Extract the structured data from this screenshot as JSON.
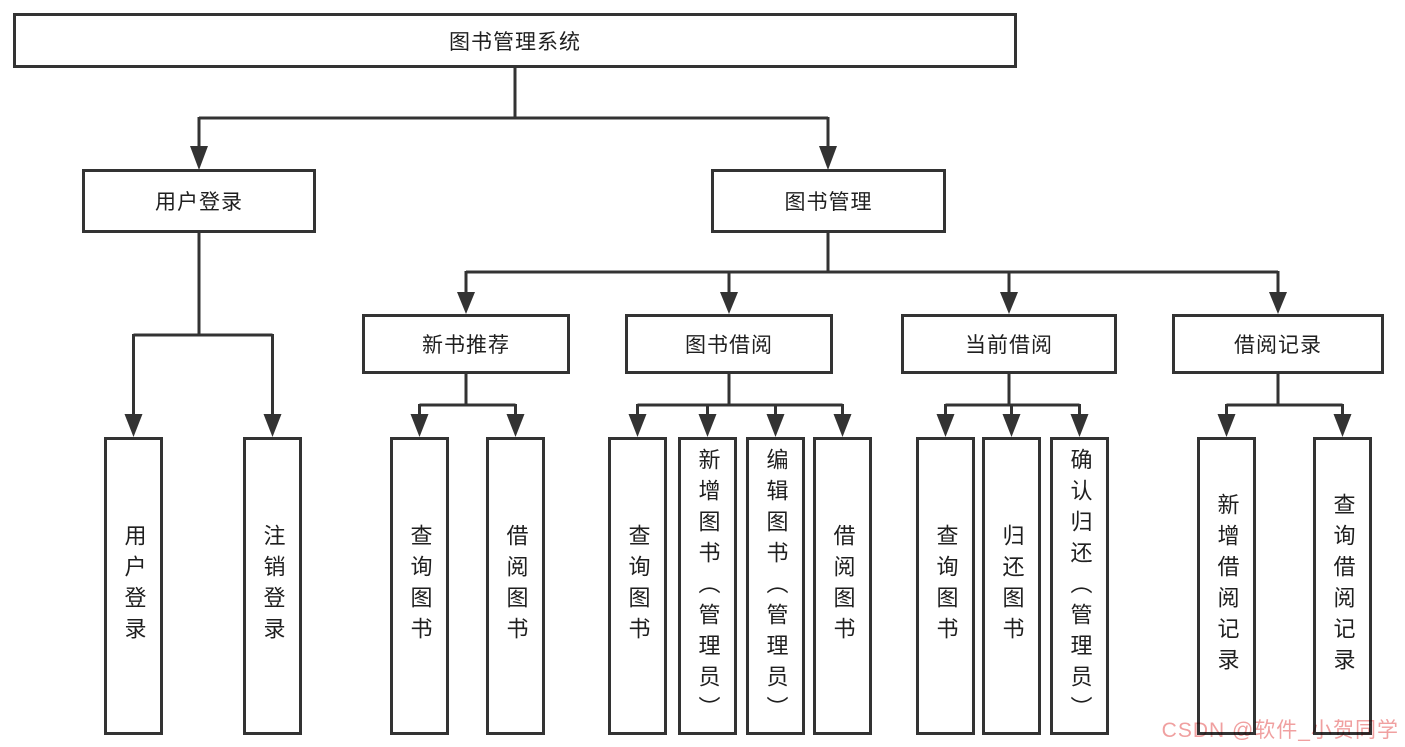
{
  "tree": {
    "root": {
      "label": "图书管理系统"
    },
    "branches": [
      {
        "label": "用户登录",
        "leaves": [
          "用户登录",
          "注销登录"
        ]
      },
      {
        "label": "图书管理",
        "groups": [
          {
            "label": "新书推荐",
            "leaves": [
              "查询图书",
              "借阅图书"
            ]
          },
          {
            "label": "图书借阅",
            "leaves": [
              "查询图书",
              "新增图书（管理员）",
              "编辑图书（管理员）",
              "借阅图书"
            ]
          },
          {
            "label": "当前借阅",
            "leaves": [
              "查询图书",
              "归还图书",
              "确认归还（管理员）"
            ]
          },
          {
            "label": "借阅记录",
            "leaves": [
              "新增借阅记录",
              "查询借阅记录"
            ]
          }
        ]
      }
    ]
  },
  "watermark": {
    "text": "CSDN @软件_小贺同学",
    "color": "#f0a0a0"
  },
  "colors": {
    "line": "#333333",
    "box_border": "#333333",
    "background": "#ffffff",
    "text": "#1f1f1f"
  }
}
